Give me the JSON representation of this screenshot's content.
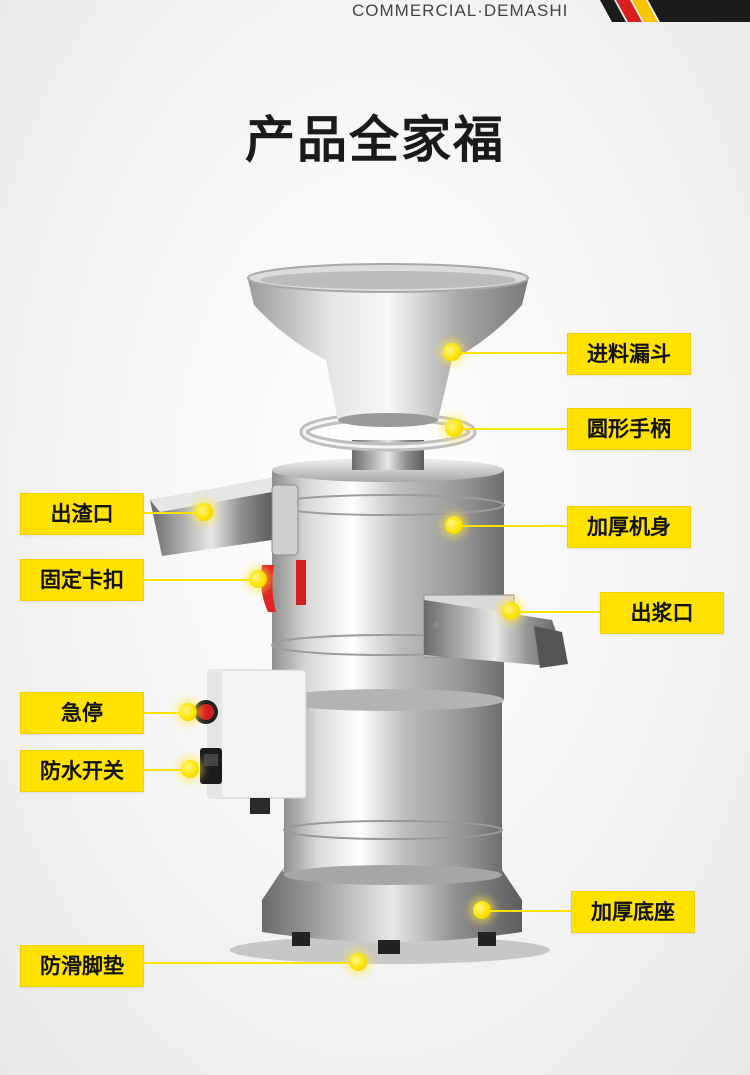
{
  "header": {
    "brand": "COMMERCIAL·DEMASHI"
  },
  "title": "产品全家福",
  "colors": {
    "accent": "#ffe200",
    "text": "#111111",
    "bar_dark": "#1b1b1b",
    "bar_red": "#d81e1e",
    "bar_yellow": "#f6c500"
  },
  "labels": {
    "hopper": "进料漏斗",
    "handle": "圆形手柄",
    "residue_outlet": "出渣口",
    "body": "加厚机身",
    "clamp": "固定卡扣",
    "slurry_outlet": "出浆口",
    "emergency_stop": "急停",
    "waterproof_switch": "防水开关",
    "base": "加厚底座",
    "foot_pads": "防滑脚垫"
  }
}
